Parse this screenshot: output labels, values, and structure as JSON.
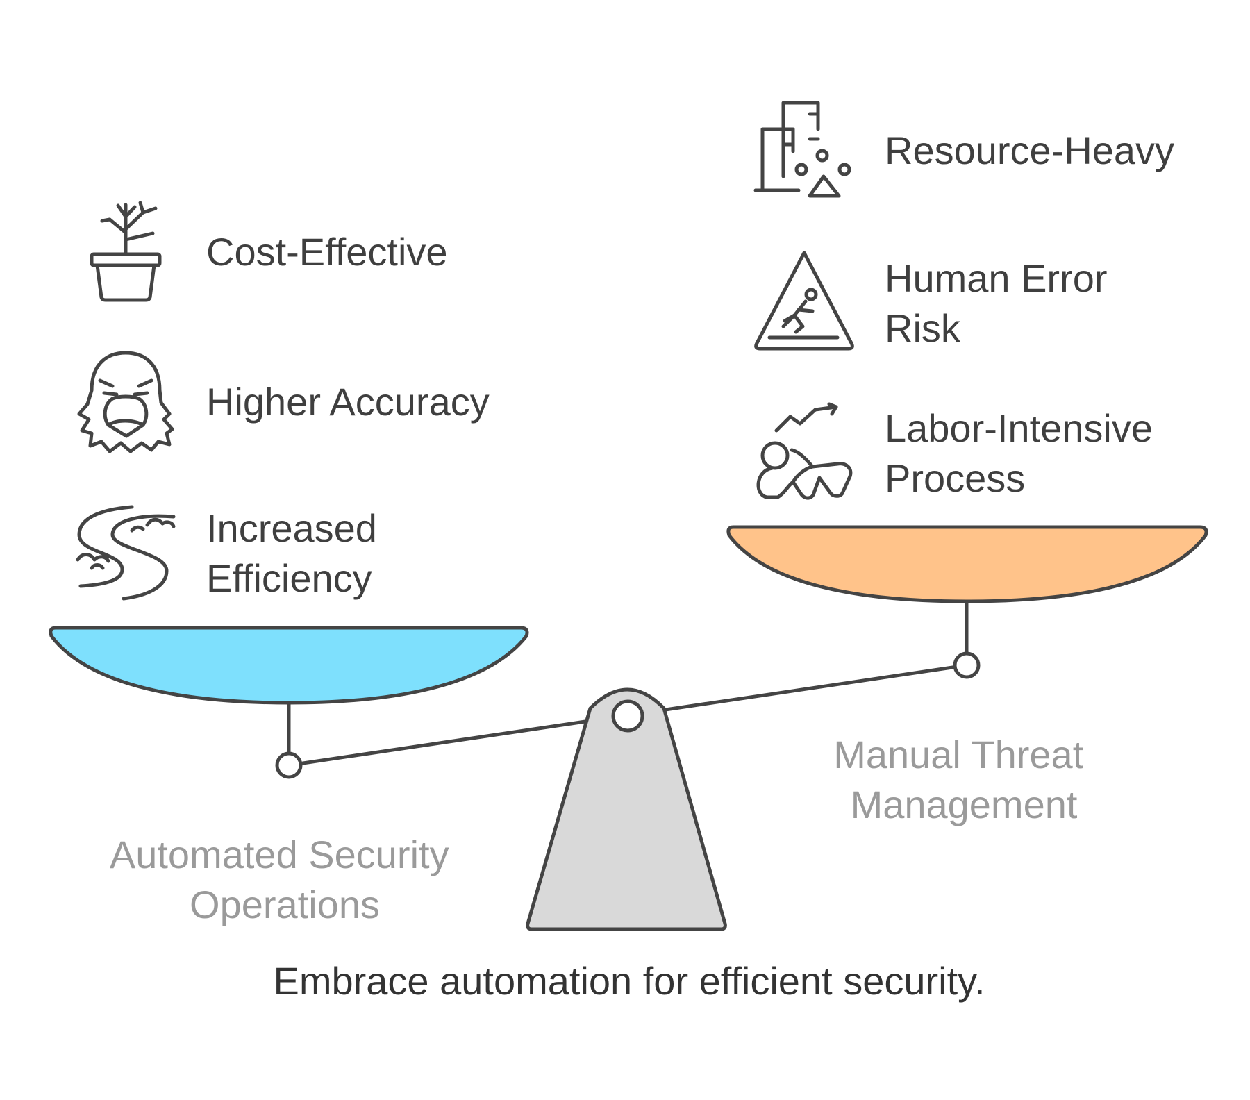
{
  "left": {
    "label": [
      "Automated Security",
      "Operations"
    ],
    "items": [
      {
        "icon": "potted-plant-icon",
        "lines": [
          "Cost-Effective"
        ]
      },
      {
        "icon": "eagle-icon",
        "lines": [
          "Higher Accuracy"
        ]
      },
      {
        "icon": "winding-river-icon",
        "lines": [
          "Increased",
          "Efficiency"
        ]
      }
    ]
  },
  "right": {
    "label": [
      "Manual Threat",
      "Management"
    ],
    "items": [
      {
        "icon": "buildings-resources-icon",
        "lines": [
          "Resource-Heavy"
        ]
      },
      {
        "icon": "slip-hazard-warning-icon",
        "lines": [
          "Human Error",
          "Risk"
        ]
      },
      {
        "icon": "crawling-person-chart-icon",
        "lines": [
          "Labor-Intensive",
          "Process"
        ]
      }
    ]
  },
  "caption": "Embrace automation for efficient security.",
  "colors": {
    "left_pan": "#7ee0fd",
    "right_pan": "#ffc38a",
    "fulcrum": "#d9d9d9",
    "outline": "#444444",
    "item_text": "#3f3f3f",
    "side_label": "#9a9a9a"
  }
}
